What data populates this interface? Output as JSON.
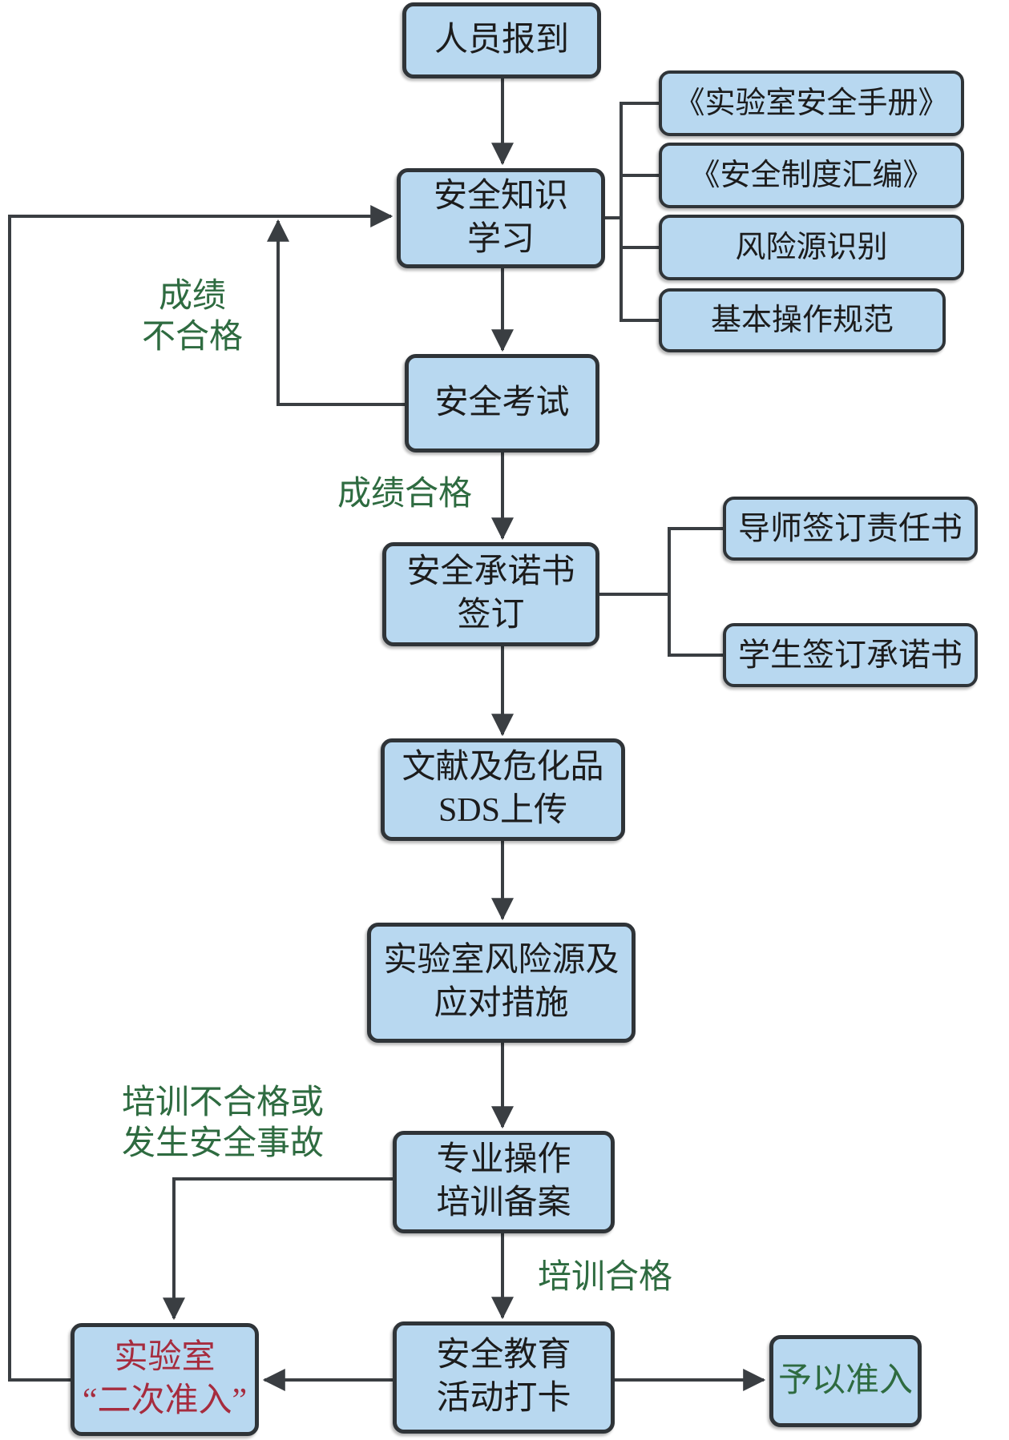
{
  "diagram": {
    "colors": {
      "node_fill": "#b8d8f0",
      "node_border": "#2f3438",
      "line": "#3a3e42",
      "label_green": "#2e6b40",
      "accent_red": "#a62c3e",
      "text": "#1c1c1c"
    },
    "nodes": {
      "checkin": "人员报到",
      "knowledge": "安全知识\n学习",
      "exam": "安全考试",
      "commitment": "安全承诺书\n签订",
      "sds_upload": "文献及危化品\nSDS上传",
      "risk": "实验室风险源及\n应对措施",
      "training": "专业操作\n培训备案",
      "education": "安全教育\n活动打卡",
      "readmission": "实验室\n“二次准入”",
      "admission": "予以准入"
    },
    "references": [
      {
        "label": "《实验室安全手册》"
      },
      {
        "label": "《安全制度汇编》"
      },
      {
        "label": "风险源识别"
      },
      {
        "label": "基本操作规范"
      }
    ],
    "agreements": [
      {
        "label": "导师签订责任书"
      },
      {
        "label": "学生签订承诺书"
      }
    ],
    "edge_labels": {
      "score_fail": "成绩\n不合格",
      "score_pass": "成绩合格",
      "training_fail": "培训不合格或\n发生安全事故",
      "training_pass": "培训合格"
    }
  }
}
